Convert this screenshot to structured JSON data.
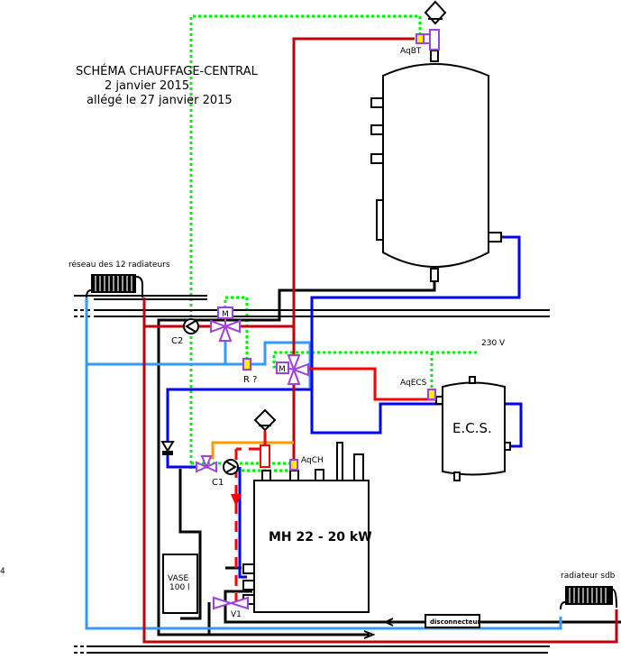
{
  "title": {
    "line1": "SCHÉMA CHAUFFAGE-CENTRAL",
    "line2": "2 janvier 2015",
    "line3": "allégé le 27 janvier 2015"
  },
  "labels": {
    "aqbt": "AqBT",
    "radiator_network": "réseau des 12 radiateurs",
    "pump_c2": "C2",
    "motor_m1": "M",
    "motor_m2": "M",
    "r_sensor": "R ?",
    "voltage": "230 V",
    "aqecs": "AqECS",
    "ecs_tank": "E.C.S.",
    "aqch": "AqCH",
    "pump_c1": "C1",
    "boiler": "MH 22 - 20 kW",
    "vase_line1": "VASE",
    "vase_line2": "100 l",
    "valve_v1": "V1",
    "radiator_bathroom": "radiateur sdb",
    "disconnector": "disconnecteur",
    "page_marker": "4"
  },
  "colors": {
    "hot_pipe": "#c0000a",
    "hot_pipe_bright": "#ff0000",
    "cold_pipe": "#0000ff",
    "return_pipe": "#3399ff",
    "control_wire": "#00ee00",
    "valve": "#a040e0",
    "sensor": "#ffee00",
    "orange_pipe": "#ff9900",
    "black": "#000000"
  }
}
